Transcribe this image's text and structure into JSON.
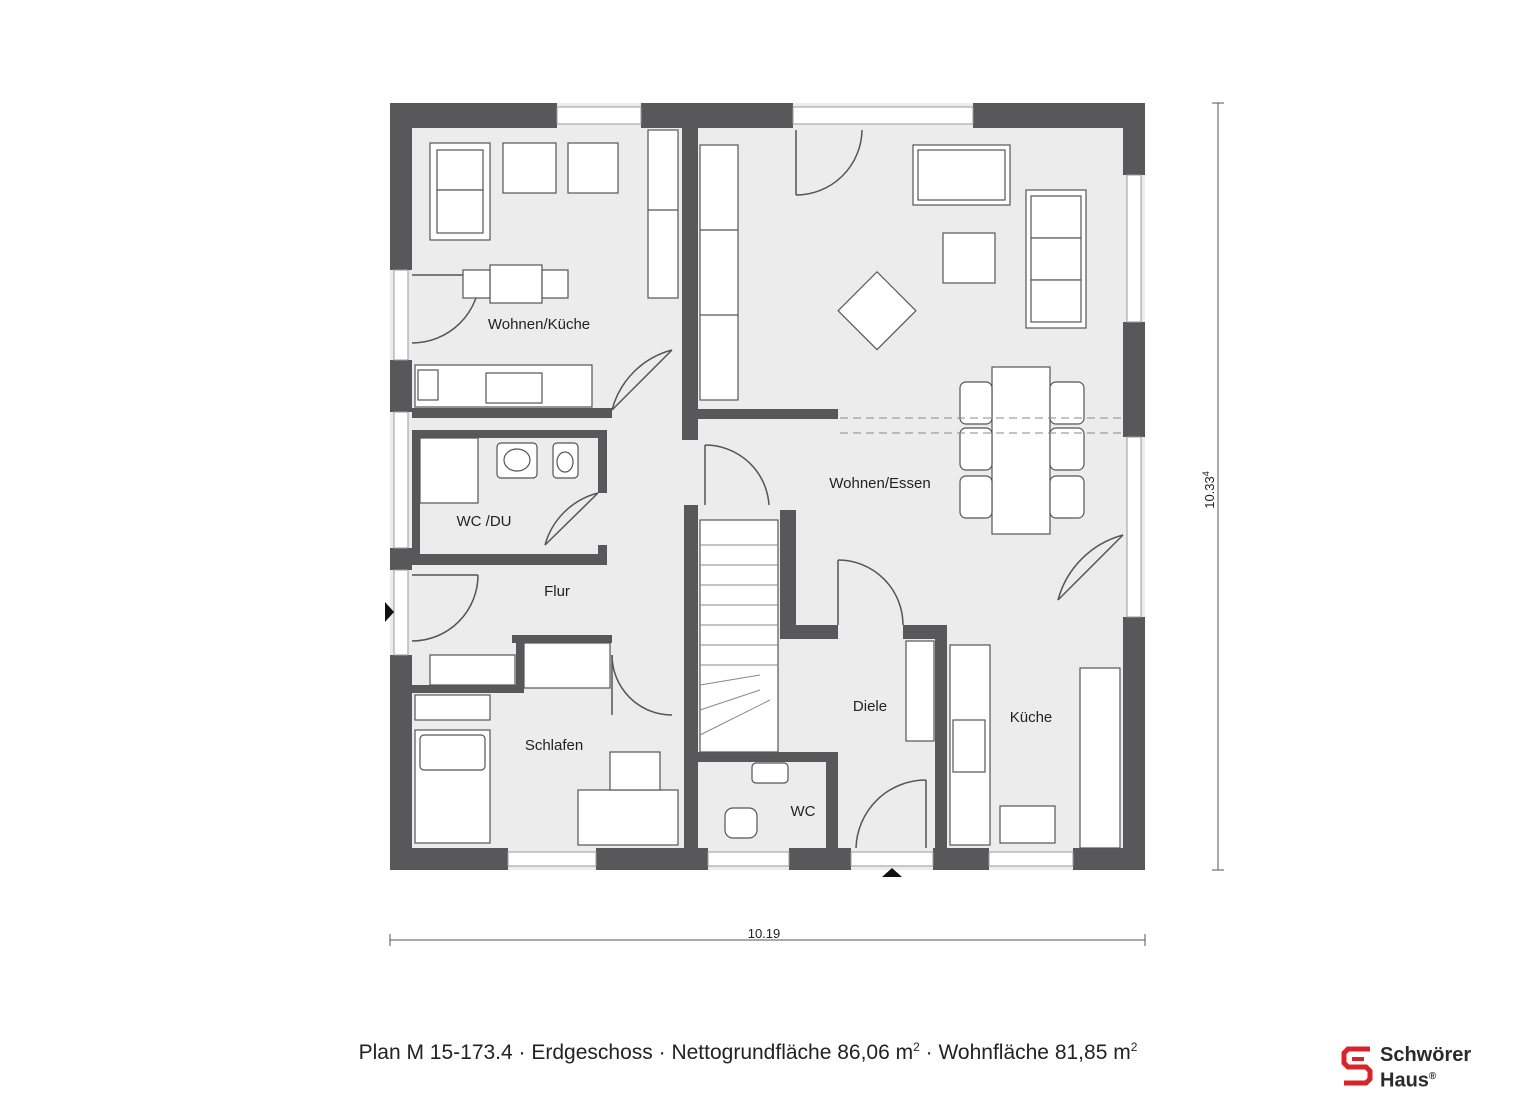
{
  "rooms": {
    "wohnen_kueche": "Wohnen/Küche",
    "wohnen_essen": "Wohnen/Essen",
    "wc_du": "WC /DU",
    "flur": "Flur",
    "schlafen": "Schlafen",
    "diele": "Diele",
    "kueche": "Küche",
    "wc": "WC"
  },
  "dimensions": {
    "width": "10.19",
    "height": "10.33",
    "height_sup": "4"
  },
  "caption": {
    "plan": "Plan M 15-173.4",
    "sep": " · ",
    "floor": "Erdgeschoss",
    "net_label": "Nettogrundfläche 86,06 m",
    "living_label": "Wohnfläche 81,85 m",
    "sq": "2"
  },
  "logo": {
    "line1": "Schwörer",
    "line2": "Haus",
    "mark": "®"
  },
  "colors": {
    "wall": "#58585a",
    "floor": "#ececec",
    "brand_red": "#d8232a"
  }
}
